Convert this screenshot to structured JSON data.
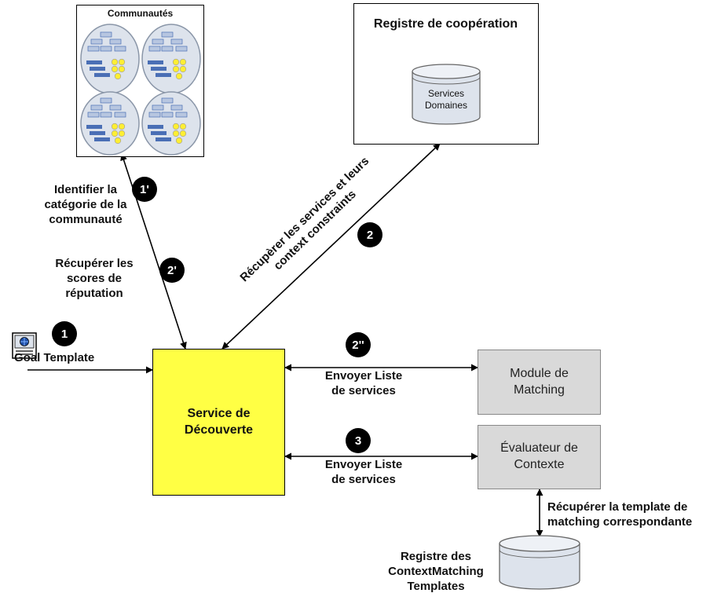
{
  "communities": {
    "title": "Communautés"
  },
  "coop_registry": {
    "title": "Registre de coopération",
    "db_line1": "Services",
    "db_line2": "Domaines"
  },
  "discovery_service": {
    "line1": "Service de",
    "line2": "Découverte"
  },
  "matching_module": {
    "line1": "Module de",
    "line2": "Matching"
  },
  "context_evaluator": {
    "line1": "Évaluateur de",
    "line2": "Contexte"
  },
  "templates_registry": {
    "line1": "Registre des",
    "line2": "ContextMatching",
    "line3": "Templates"
  },
  "goal": {
    "label": "Goal Template"
  },
  "steps": {
    "s1": "1",
    "s1p": "1'",
    "s2": "2",
    "s2p": "2'",
    "s2pp": "2''",
    "s3": "3"
  },
  "labels": {
    "identify_l1": "Identifier la",
    "identify_l2": "catégorie de la",
    "identify_l3": "communauté",
    "scores_l1": "Récupérer  les",
    "scores_l2": "scores de",
    "scores_l3": "réputation",
    "retrieve_l1": "Récupèrer les services et leurs",
    "retrieve_l2": "context constraints",
    "send1_l1": "Envoyer Liste",
    "send1_l2": "de services",
    "send2_l1": "Envoyer Liste",
    "send2_l2": "de services",
    "template_l1": "Récupérer la template de",
    "template_l2": "matching correspondante"
  },
  "colors": {
    "discovery_fill": "#ffff44",
    "module_fill": "#d9d9d9",
    "ellipse_fill": "#dde3ec",
    "node_fill": "#b7c6e0",
    "node_dark": "#4a6fb5",
    "dot_fill": "#ffee33"
  }
}
